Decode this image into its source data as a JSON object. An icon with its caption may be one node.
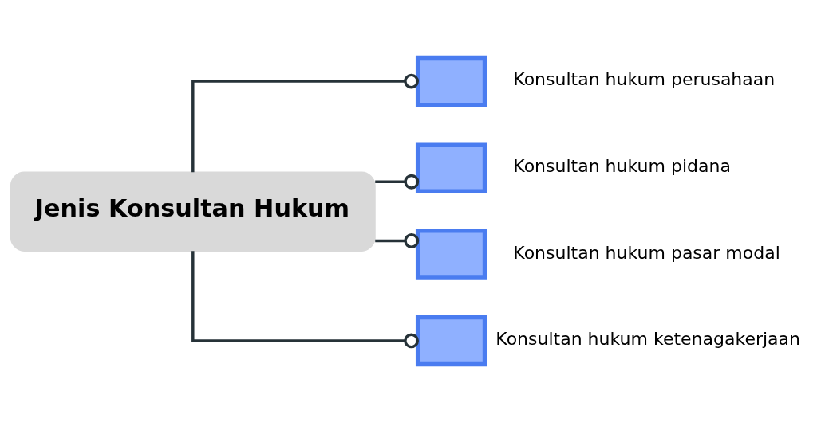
{
  "diagram": {
    "nodes": [
      {
        "text": [
          "Jenis Konsultan Hukum"
        ]
      },
      {
        "text": [],
        "shape": "box",
        "beside": [
          "Konsultan hukum perusahaan"
        ]
      },
      {
        "text": [],
        "shape": "box",
        "beside": [
          "Konsultan hukum pidana"
        ]
      },
      {
        "text": [],
        "shape": "box",
        "beside": [
          "Konsultan hukum pasar modal"
        ]
      },
      {
        "text": [],
        "shape": "box",
        "beside": [
          "Konsultan hukum ketenagakerjaan"
        ]
      }
    ],
    "edges": [
      {
        "from": 0,
        "to": 1,
        "arrow": "other"
      },
      {
        "from": 0,
        "to": 2,
        "arrow": "other"
      },
      {
        "from": 0,
        "to": 3,
        "arrow": "other"
      },
      {
        "from": 0,
        "to": 4,
        "arrow": "other"
      }
    ]
  }
}
